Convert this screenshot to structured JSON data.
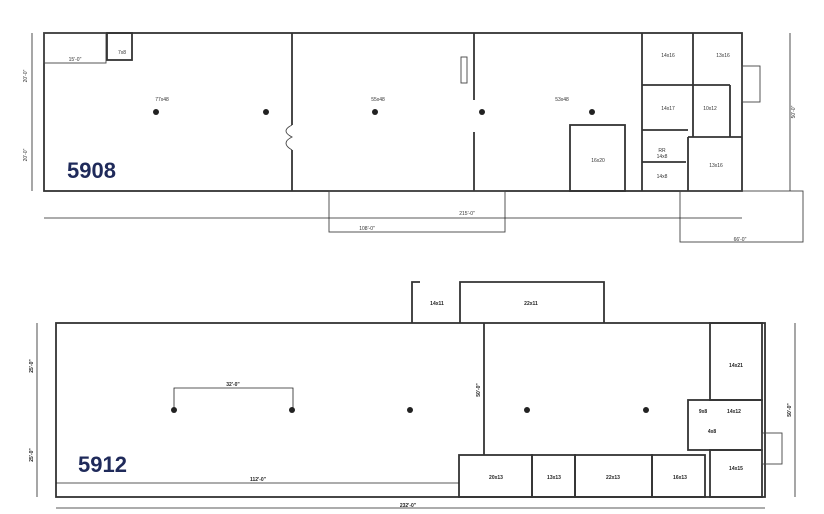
{
  "buildings": [
    {
      "id": "5908",
      "rooms": [
        "7x8",
        "77x48",
        "55x48",
        "53x48",
        "16x20",
        "14x16",
        "13x16",
        "14x17",
        "10x12",
        "RR",
        "14x8",
        "14x8",
        "13x16"
      ],
      "dimensions": [
        "20'-0\"",
        "20'-0\"",
        "215'-0\"",
        "50'-0\"",
        "108'-0\"",
        "66'-0\"",
        "15'-0\""
      ]
    },
    {
      "id": "5912",
      "rooms": [
        "14x11",
        "22x11",
        "14x21",
        "9x8",
        "14x12",
        "4x8",
        "20x13",
        "13x13",
        "22x13",
        "16x13",
        "14x15"
      ],
      "dimensions": [
        "25'-0\"",
        "25'-0\"",
        "112'-0\"",
        "232'-0\"",
        "50'-0\"",
        "50'-0\"",
        "32'-0\""
      ]
    }
  ],
  "accent_color": "#1f2a5a"
}
